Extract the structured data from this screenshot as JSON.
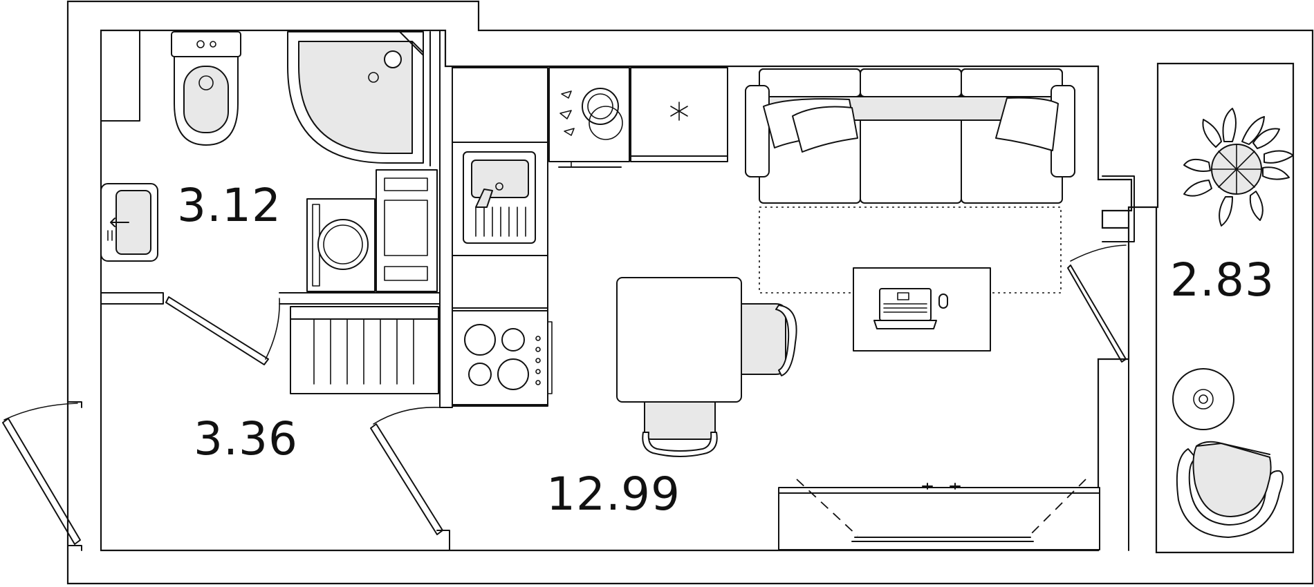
{
  "floor_plan": {
    "rooms": [
      {
        "id": "bathroom",
        "area": "3.12"
      },
      {
        "id": "hallway",
        "area": "3.36"
      },
      {
        "id": "living_room",
        "area": "12.99"
      },
      {
        "id": "balcony",
        "area": "2.83"
      }
    ],
    "icons": {
      "toilet": "toilet-icon",
      "shower": "shower-icon",
      "washbasin": "washbasin-icon",
      "washing_machine": "washing-machine-icon",
      "wardrobe": "wardrobe-icon",
      "kitchen_sink": "kitchen-sink-icon",
      "stove": "stove-icon",
      "fridge": "fridge-icon",
      "sofa": "sofa-icon",
      "dining_table": "dining-table-icon",
      "tv_stand": "tv-stand-icon",
      "laptop": "laptop-icon",
      "plant": "plant-icon",
      "armchair": "armchair-icon"
    },
    "colors": {
      "line": "#111111",
      "fixture_fill": "#e8e8e8",
      "background": "#ffffff"
    }
  }
}
